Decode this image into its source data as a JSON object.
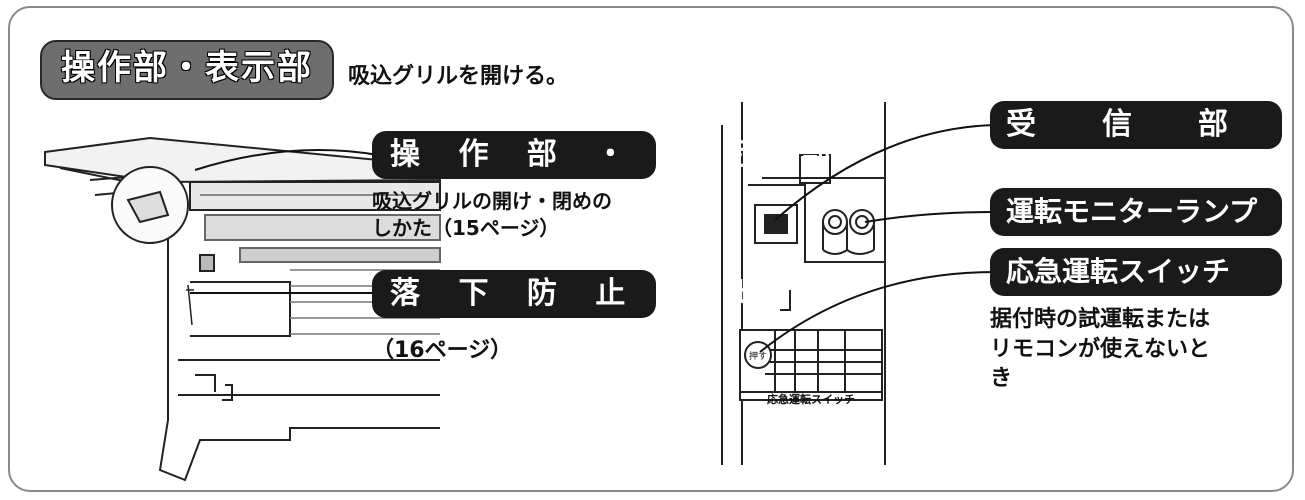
{
  "header": {
    "section_tag": "操作部・表示部",
    "instruction": "吸込グリルを開ける。"
  },
  "left_diagram": {
    "callout_operation": "操 作 部 ・ 表 示 部",
    "operation_note_line1": "吸込グリルの開け・閉めの",
    "operation_note_line2": "しかた（15ページ）",
    "callout_strap": "落 下 防 止 用 ヒ モ",
    "strap_note": "（16ページ）"
  },
  "right_diagram": {
    "callout_receiver": "受　信　部",
    "callout_monitor": "運転モニターランプ",
    "callout_emergency": "応急運転スイッチ",
    "emergency_note_line1": "据付時の試運転または",
    "emergency_note_line2": "リモコンが使えないと",
    "emergency_note_line3": "き",
    "label_plate_caption": "応急運転スイッチ",
    "push_button_label": "押す"
  }
}
